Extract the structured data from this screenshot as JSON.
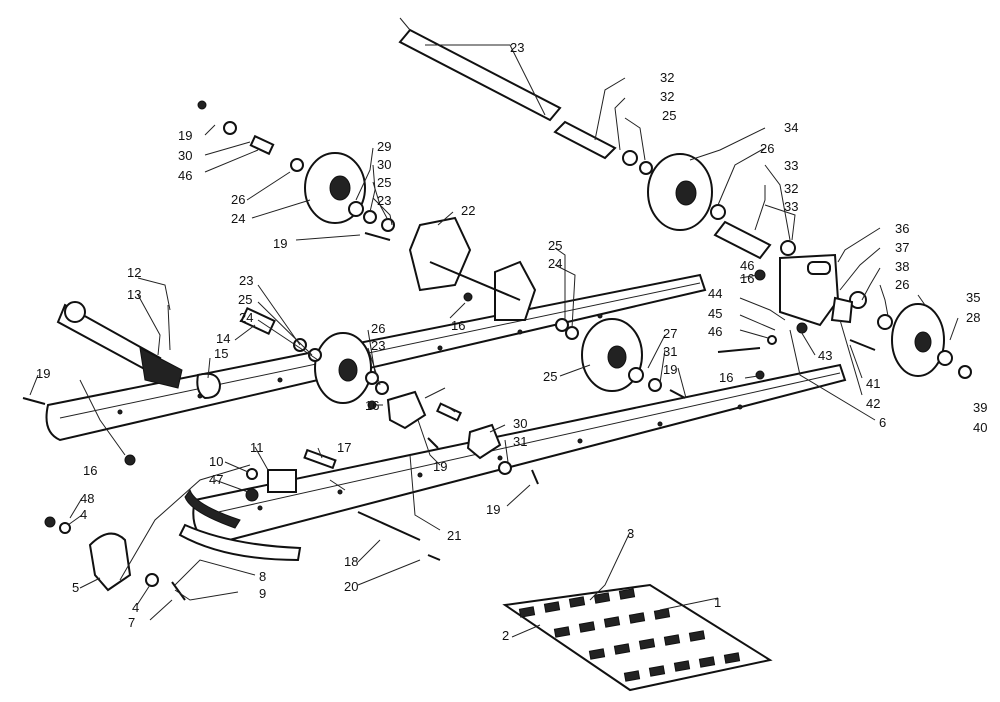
{
  "diagram": {
    "callouts": [
      "1",
      "2",
      "3",
      "4",
      "4",
      "5",
      "6",
      "7",
      "8",
      "9",
      "10",
      "11",
      "12",
      "13",
      "14",
      "15",
      "16",
      "16",
      "16",
      "16",
      "16",
      "17",
      "18",
      "19",
      "19",
      "19",
      "19",
      "19",
      "19",
      "20",
      "21",
      "22",
      "23",
      "23",
      "23",
      "23",
      "24",
      "24",
      "24",
      "25",
      "25",
      "25",
      "25",
      "25",
      "26",
      "26",
      "26",
      "26",
      "27",
      "28",
      "29",
      "30",
      "30",
      "30",
      "31",
      "31",
      "32",
      "32",
      "32",
      "33",
      "33",
      "34",
      "35",
      "36",
      "37",
      "38",
      "39",
      "40",
      "41",
      "42",
      "43",
      "44",
      "45",
      "46",
      "46",
      "46",
      "47",
      "48"
    ]
  }
}
